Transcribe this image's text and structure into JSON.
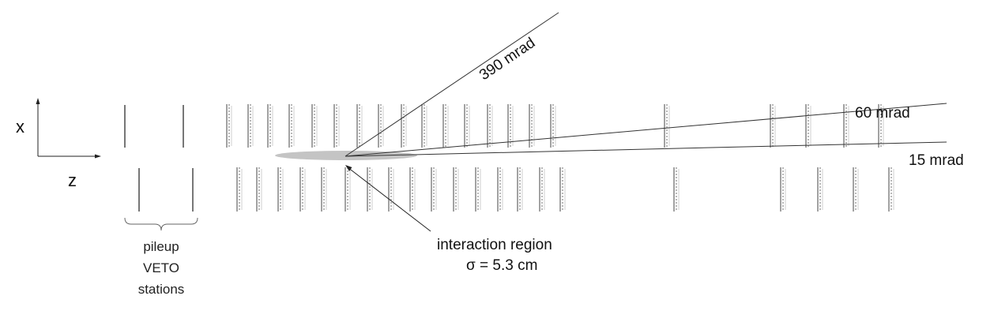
{
  "axes": {
    "x_label": "x",
    "z_label": "z"
  },
  "angles": {
    "wide": "390 mrad",
    "mid": "60 mrad",
    "narrow": "15 mrad"
  },
  "interaction": {
    "line1": "interaction region",
    "line2": "σ = 5.3 cm"
  },
  "veto": {
    "line1": "pileup",
    "line2": "VETO",
    "line3": "stations"
  },
  "colors": {
    "stroke": "#222222",
    "detector": "#8a8a8a",
    "region": "#c4c4c4"
  }
}
